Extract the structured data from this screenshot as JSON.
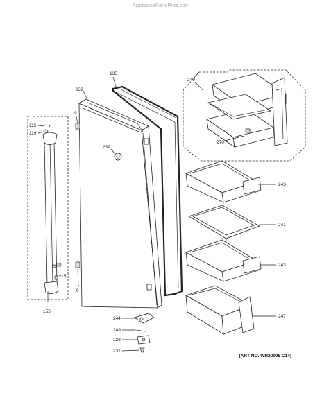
{
  "watermark": "AppliancePartsPros.com",
  "art_number": "(ART NO. WR20995 C14)",
  "callouts": {
    "door_gasket": "135",
    "door_panel": "232",
    "door_stop_top": "9",
    "door_stop_bottom": "9",
    "door_label_plug": "239",
    "handle_assembly": "155",
    "handle_end_cap_top": "115",
    "handle_screw_top": "119",
    "handle_screw_bottom": "119",
    "handle_end_cap_bottom": "115",
    "dairy_assembly": "249",
    "dairy_bin": "270",
    "door_bin_upper": "243",
    "door_bin_lower": "243",
    "shelf": "241",
    "bottom_bin": "247",
    "hinge": "244",
    "hinge_pin": "149",
    "bracket": "238",
    "screw": "237"
  }
}
